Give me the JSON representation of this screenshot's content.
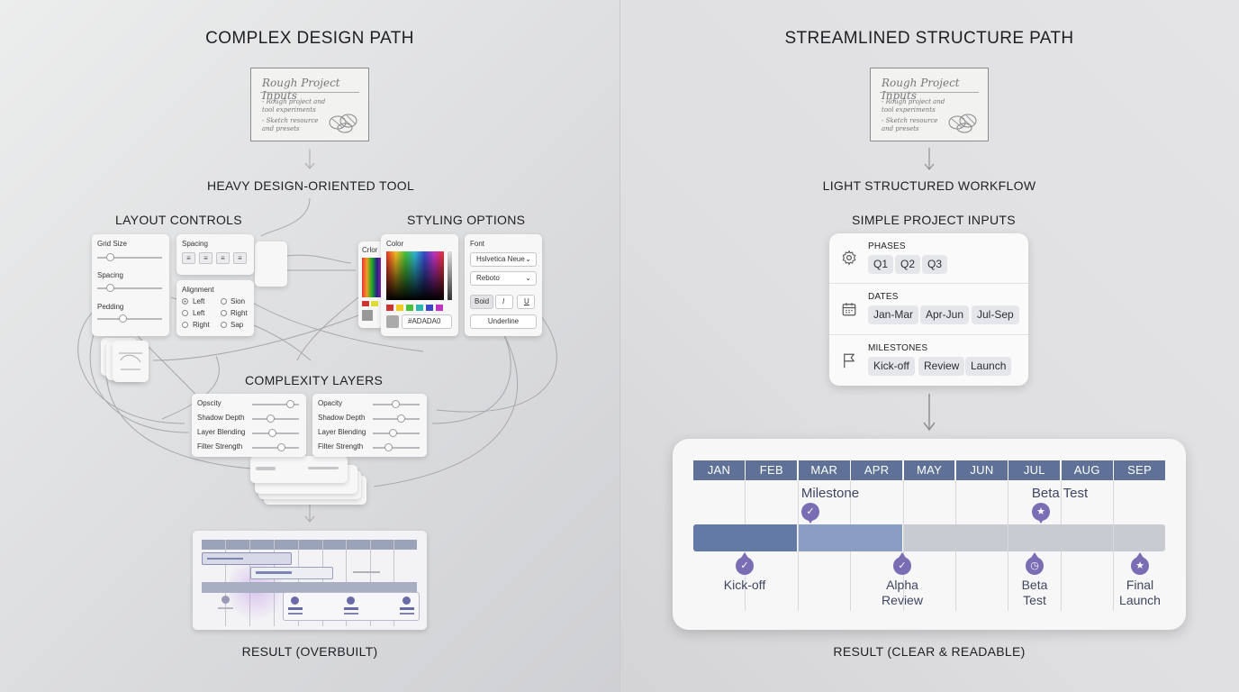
{
  "left": {
    "title": "COMPLEX DESIGN PATH",
    "sketch": {
      "title": "Rough Project Inputs",
      "line1": "- Rough project and",
      "line2": "  tool experiments",
      "line3": "- Sketch resource",
      "line4": "  and presets"
    },
    "tool_label": "HEAVY DESIGN-ORIENTED TOOL",
    "layout_controls": {
      "label": "LAYOUT CONTROLS",
      "grid_size": "Grid Size",
      "spacing": "Spacing",
      "padding": "Pedding",
      "spacing_panel": "Spacing",
      "alignment": "Alignment",
      "align_options": [
        "Left",
        "Left",
        "Right"
      ],
      "align_options_b": [
        "Sion",
        "Right",
        "Sap"
      ]
    },
    "styling_options": {
      "label": "STYLING OPTIONS",
      "color_back": "Crlor",
      "color": "Color",
      "hex": "#ADADA0",
      "font": "Font",
      "font_primary": "Hslvetica Neue",
      "font_secondary": "Reboto",
      "bold": "Boid",
      "italic": "I",
      "underline_u": "U",
      "underline": "Underline"
    },
    "complexity": {
      "label": "COMPLEXITY LAYERS",
      "left_rows": [
        "Opscity",
        "Shadow Depth",
        "Layer Blending",
        "Filter Strength"
      ],
      "right_rows": [
        "Opacity",
        "Shadow Depth",
        "Layer Blending",
        "Filter Strength"
      ],
      "left_levels": [
        0.82,
        0.34,
        0.4,
        0.6
      ],
      "right_levels": [
        0.45,
        0.58,
        0.4,
        0.28
      ]
    },
    "result": "RESULT (OVERBUILT)"
  },
  "right": {
    "title": "STREAMLINED STRUCTURE PATH",
    "sketch": {
      "title": "Rough Project Inputs",
      "line1": "- Rough project and",
      "line2": "  tool experiments",
      "line3": "- Sketch resource",
      "line4": "  and presets"
    },
    "workflow_label": "LIGHT STRUCTURED WORKFLOW",
    "inputs_label": "SIMPLE PROJECT INPUTS",
    "phases": {
      "title": "PHASES",
      "icon": "gear-icon",
      "chips": [
        "Q1",
        "Q2",
        "Q3"
      ]
    },
    "dates": {
      "title": "DATES",
      "icon": "calendar-icon",
      "chips": [
        "Jan-Mar",
        "Apr-Jun",
        "Jul-Sep"
      ]
    },
    "milestones": {
      "title": "MILESTONES",
      "icon": "flag-icon",
      "chips": [
        "Kick-off",
        "Review",
        "Launch"
      ]
    },
    "timeline": {
      "months": [
        "JAN",
        "FEB",
        "MAR",
        "APR",
        "MAY",
        "JUN",
        "JUL",
        "AUG",
        "SEP"
      ],
      "top_labels": [
        "Milestone",
        "Beta Test"
      ],
      "bottom_labels": [
        "Kick-off",
        "Alpha\nReview",
        "Beta\nTest",
        "Final\nLaunch"
      ],
      "colors": {
        "header": "#5f7197",
        "bar_dark": "#647aa6",
        "bar_mid": "#8a9dc3",
        "bar_light": "#c9cbd2",
        "pin": "#7a6db3"
      }
    },
    "result": "RESULT (CLEAR & READABLE)"
  }
}
